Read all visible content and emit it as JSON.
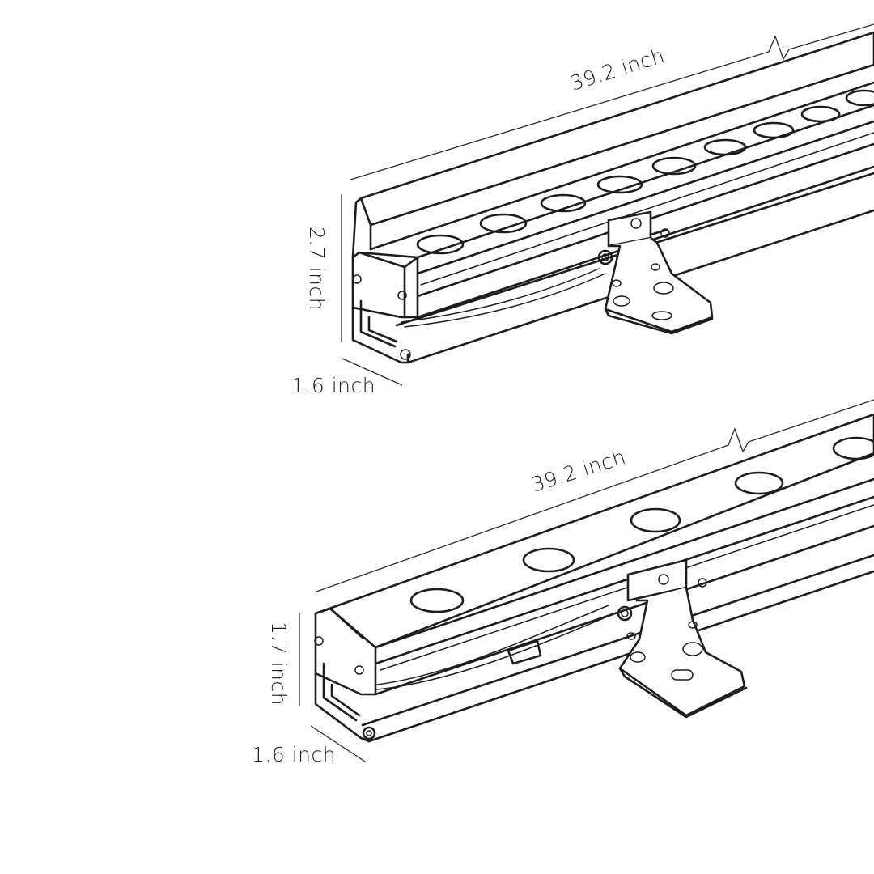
{
  "fixtures": [
    {
      "length_label": "39.2 inch",
      "height_label": "2.7 inch",
      "depth_label": "1.6 inch"
    },
    {
      "length_label": "39.2 inch",
      "height_label": "1.7 inch",
      "depth_label": "1.6 inch"
    }
  ]
}
